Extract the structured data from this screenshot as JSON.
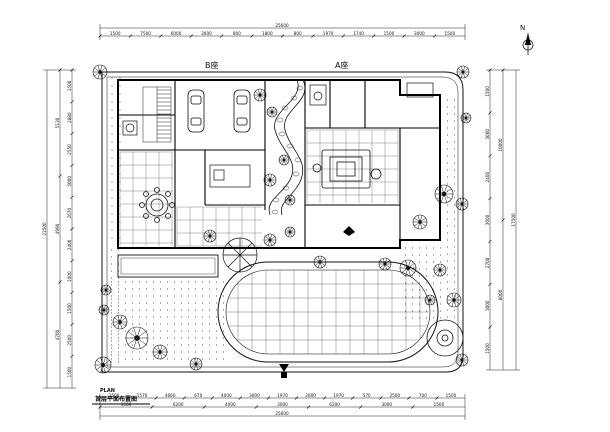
{
  "drawing": {
    "north_label": "N",
    "block_b_label": "B座",
    "block_a_label": "A座",
    "plan_label": "PLAN",
    "title": "首层平面布置图"
  },
  "dims": {
    "top_total": "25600",
    "top_row": [
      "1500",
      "7500",
      "6000",
      "3000",
      "800",
      "1800",
      "800",
      "1970",
      "1740",
      "1500",
      "3000",
      "1500"
    ],
    "bottom_row1": [
      "1500",
      "1570",
      "4660",
      "670",
      "4000",
      "3000",
      "1970",
      "2000",
      "1970",
      "570",
      "2500",
      "700",
      "1500"
    ],
    "bottom_row2": [
      "1500",
      "6200",
      "4000",
      "3000",
      "6200",
      "3000",
      "1500"
    ],
    "bottom_total": "25600",
    "left_outer": "21500",
    "left_mid": [
      "5130",
      "4990",
      "4700"
    ],
    "left_inner": [
      "1500",
      "2880",
      "2550",
      "5000",
      "2670",
      "2400",
      "1000",
      "1500",
      "2500",
      "1500"
    ],
    "right_inner": [
      "1500",
      "3000",
      "2400",
      "3600",
      "2700",
      "3000",
      "1500"
    ],
    "right_mid": [
      "10000",
      "8000"
    ],
    "right_outer": "17500"
  }
}
